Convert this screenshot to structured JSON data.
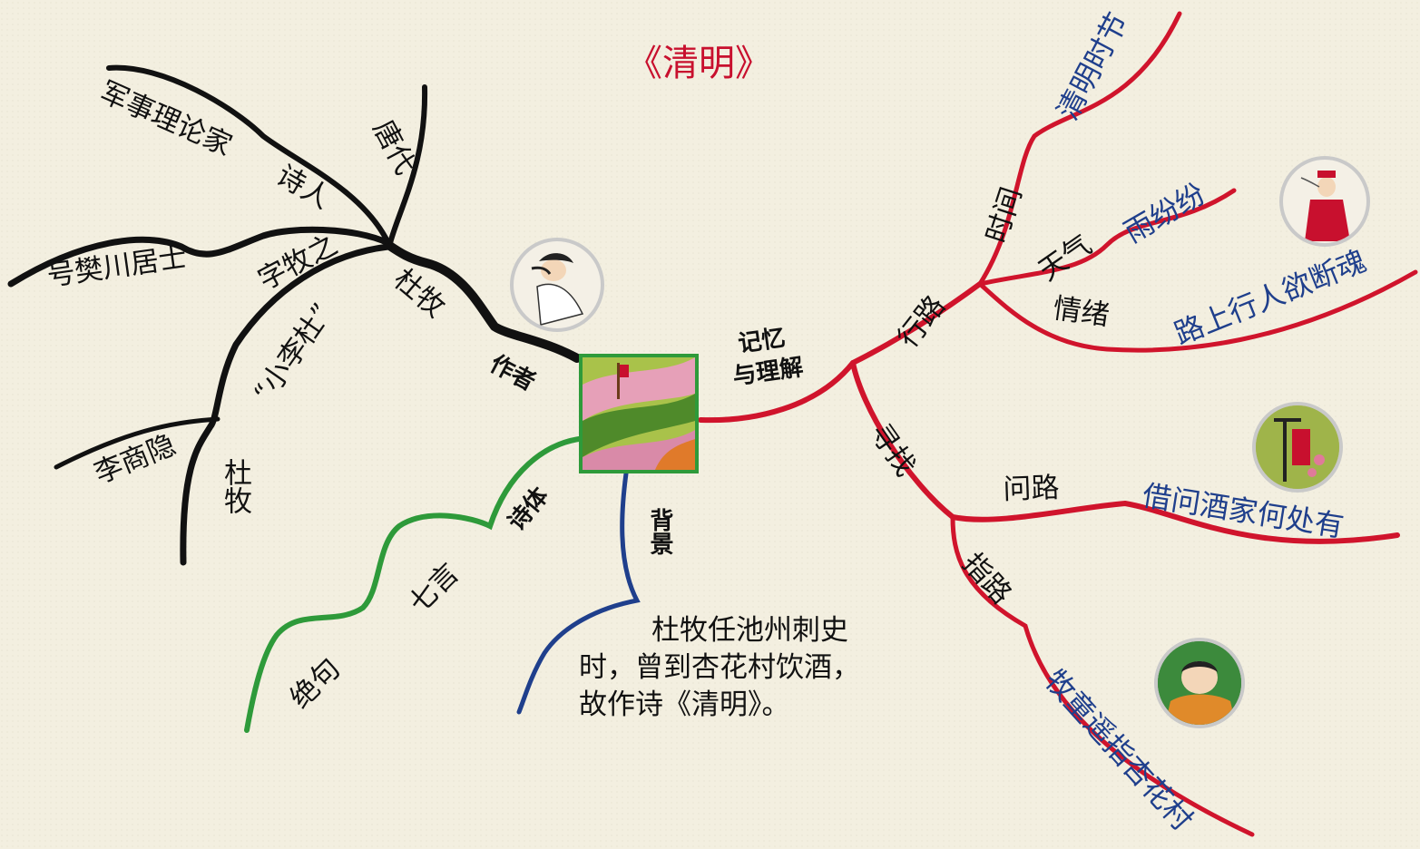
{
  "title": "《清明》",
  "center": {
    "image": "spring-landscape-illustration",
    "label_top": "记忆",
    "label_bottom": "与理解"
  },
  "author": {
    "branch": "作者",
    "name": "杜牧",
    "dynasty": "唐代",
    "identity_1": "诗人",
    "identity_2": "军事理论家",
    "courtesy_name": "字牧之",
    "pen_name": "号樊川居士",
    "nickname": "“小李杜”",
    "li": "李商隐",
    "du": "杜牧"
  },
  "form": {
    "branch": "诗体",
    "seven": "七言",
    "jueju": "绝句"
  },
  "background": {
    "branch": "背景",
    "lines": [
      "杜牧任池州刺史",
      "时，曾到杏花村饮酒，",
      "故作诗《清明》。"
    ]
  },
  "walking": {
    "branch": "行路",
    "time": "时间",
    "time_value": "清明时节",
    "weather": "天气",
    "weather_value": "雨纷纷",
    "mood": "情绪",
    "mood_value": "路上行人欲断魂"
  },
  "search": {
    "branch": "寻找",
    "ask": "问路",
    "ask_value": "借问酒家何处有",
    "point": "指路",
    "point_value": "牧童遥指杏花村"
  },
  "colors": {
    "author": "#111111",
    "form": "#2e9a3a",
    "background": "#1f3f8c",
    "memory": "#d0142c",
    "text_blue": "#1f3f8c",
    "title_red": "#c8102e"
  }
}
